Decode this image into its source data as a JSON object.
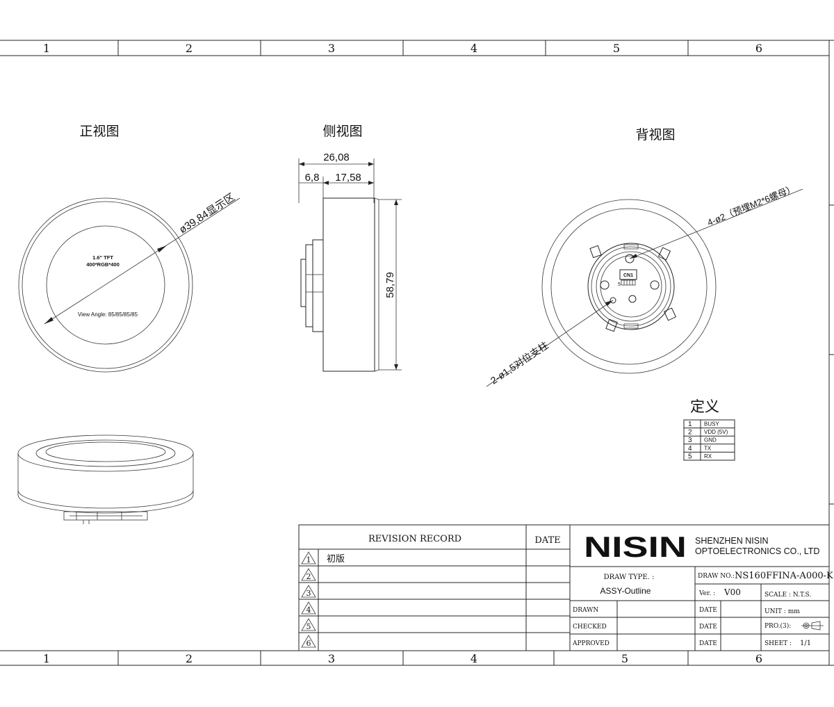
{
  "grid": {
    "top_labels": [
      "1",
      "2",
      "3",
      "4",
      "5",
      "6"
    ],
    "bottom_labels": [
      "1",
      "2",
      "3",
      "4",
      "5",
      "6"
    ]
  },
  "views": {
    "front": {
      "title": "正视图",
      "tft_line1": "1.6\" TFT",
      "tft_line2": "400*RGB*400",
      "view_angle": "View Angle: 85/85/85/85",
      "diameter_label": "ø39,84显示区"
    },
    "side": {
      "title": "侧视图",
      "dim_total": "26,08",
      "dim_a": "6,8",
      "dim_b": "17,58",
      "dim_height": "58,79"
    },
    "back": {
      "title": "背视图",
      "holes_label": "4-ø2（预埋M2*6螺母）",
      "posts_label": "2-ø1,5对位支柱",
      "connector_label": "CN1",
      "pin_label": "5"
    }
  },
  "pin_table": {
    "title": "定义",
    "rows": [
      {
        "no": "1",
        "name": "BUSY"
      },
      {
        "no": "2",
        "name": "VDD (5V)"
      },
      {
        "no": "3",
        "name": "GND"
      },
      {
        "no": "4",
        "name": "TX"
      },
      {
        "no": "5",
        "name": "RX"
      }
    ]
  },
  "title_block": {
    "revision_header": "REVISION  RECORD",
    "date_header": "DATE",
    "revisions": [
      "1",
      "2",
      "3",
      "4",
      "5",
      "6"
    ],
    "first_revision_note": "初版",
    "logo": "NISIN",
    "company_line1": "SHENZHEN NISIN",
    "company_line2": "OPTOELECTRONICS CO., LTD",
    "draw_type_label": "DRAW  TYPE. :",
    "draw_type_value": "ASSY-Outline",
    "draw_no_label": "DRAW NO.:",
    "draw_no_value": "NS160FFINA-A000-K",
    "ver_label": "Ver. :",
    "ver_value": "V00",
    "scale_label": "SCALE : N.T.S.",
    "unit_label": "UNIT : mm",
    "pro_label": "PRO.(3):",
    "sheet_label": "SHEET :",
    "sheet_value": "1/1",
    "drawn_label": "DRAWN",
    "checked_label": "CHECKED",
    "approved_label": "APPROVED",
    "date_label": "DATE"
  }
}
